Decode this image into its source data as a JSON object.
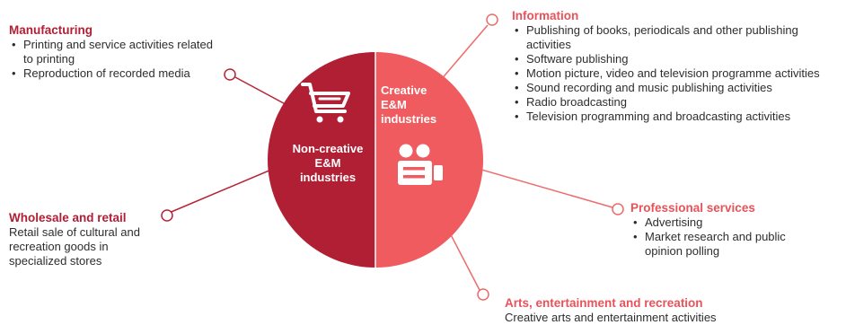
{
  "colors": {
    "non_creative": "#b01f33",
    "creative": "#ef5b5f",
    "line_dark": "#b82335",
    "line_light": "#ef6a6a"
  },
  "center": {
    "left_label": [
      "Non-creative",
      "E&M",
      "industries"
    ],
    "right_label": [
      "Creative",
      "E&M",
      "industries"
    ],
    "left_icon": "shopping-cart-icon",
    "right_icon": "film-camera-icon"
  },
  "groups": {
    "manufacturing": {
      "title": "Manufacturing",
      "items": [
        "Printing and service activities related to printing",
        "Reproduction of recorded media"
      ]
    },
    "wholesale": {
      "title": "Wholesale and retail",
      "text": "Retail sale of cultural and recreation goods in specialized stores"
    },
    "information": {
      "title": "Information",
      "items": [
        "Publishing of books, periodicals and other publishing activities",
        "Software publishing",
        "Motion picture, video and television programme activities",
        "Sound recording and music publishing activities",
        "Radio broadcasting",
        "Television programming and broadcasting activities"
      ]
    },
    "professional": {
      "title": "Professional services",
      "items": [
        "Advertising",
        "Market research and public opinion polling"
      ]
    },
    "arts": {
      "title": "Arts, entertainment and recreation",
      "text": "Creative arts and entertainment activities"
    }
  }
}
